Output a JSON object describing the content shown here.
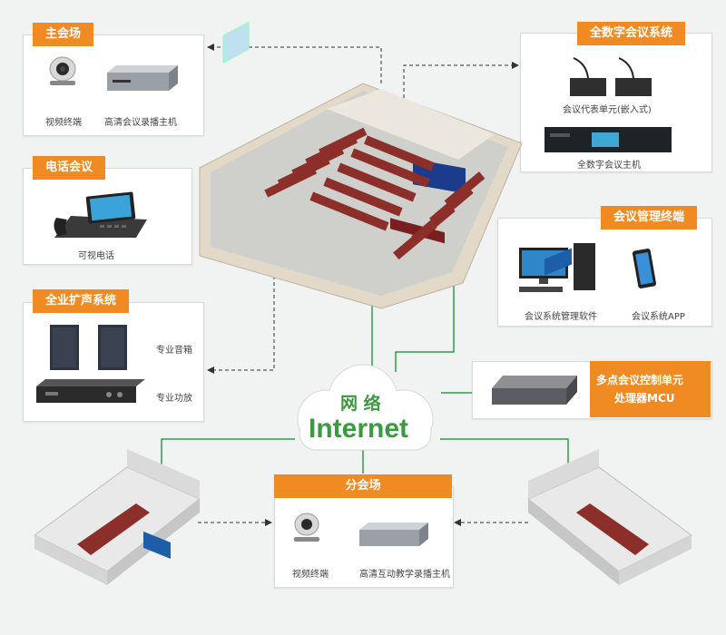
{
  "main_venue": {
    "title": "主会场",
    "camera_label": "视频终端",
    "recorder_label": "高清会议录播主机"
  },
  "phone_conf": {
    "title": "电话会议",
    "phone_label": "可视电话"
  },
  "pa_system": {
    "title": "全业扩声系统",
    "speaker_label": "专业音箱",
    "amp_label": "专业功放"
  },
  "digital_conf": {
    "title": "全数字会议系统",
    "unit_label": "会议代表单元(嵌入式)",
    "host_label": "全数字会议主机"
  },
  "mgmt_terminal": {
    "title": "会议管理终端",
    "software_label": "会议系统管理软件",
    "app_label": "会议系统APP"
  },
  "mcu": {
    "title_line1": "多点会议控制单元",
    "title_line2": "处理器MCU"
  },
  "cloud": {
    "line1": "网 络",
    "line2": "Internet"
  },
  "branch_venue": {
    "title": "分会场",
    "camera_label": "视频终端",
    "recorder_label": "高清互动教学录播主机"
  },
  "colors": {
    "accent": "#f08b24",
    "line_green": "#2e9e4a",
    "cloud_text": "#3a9a3e"
  }
}
